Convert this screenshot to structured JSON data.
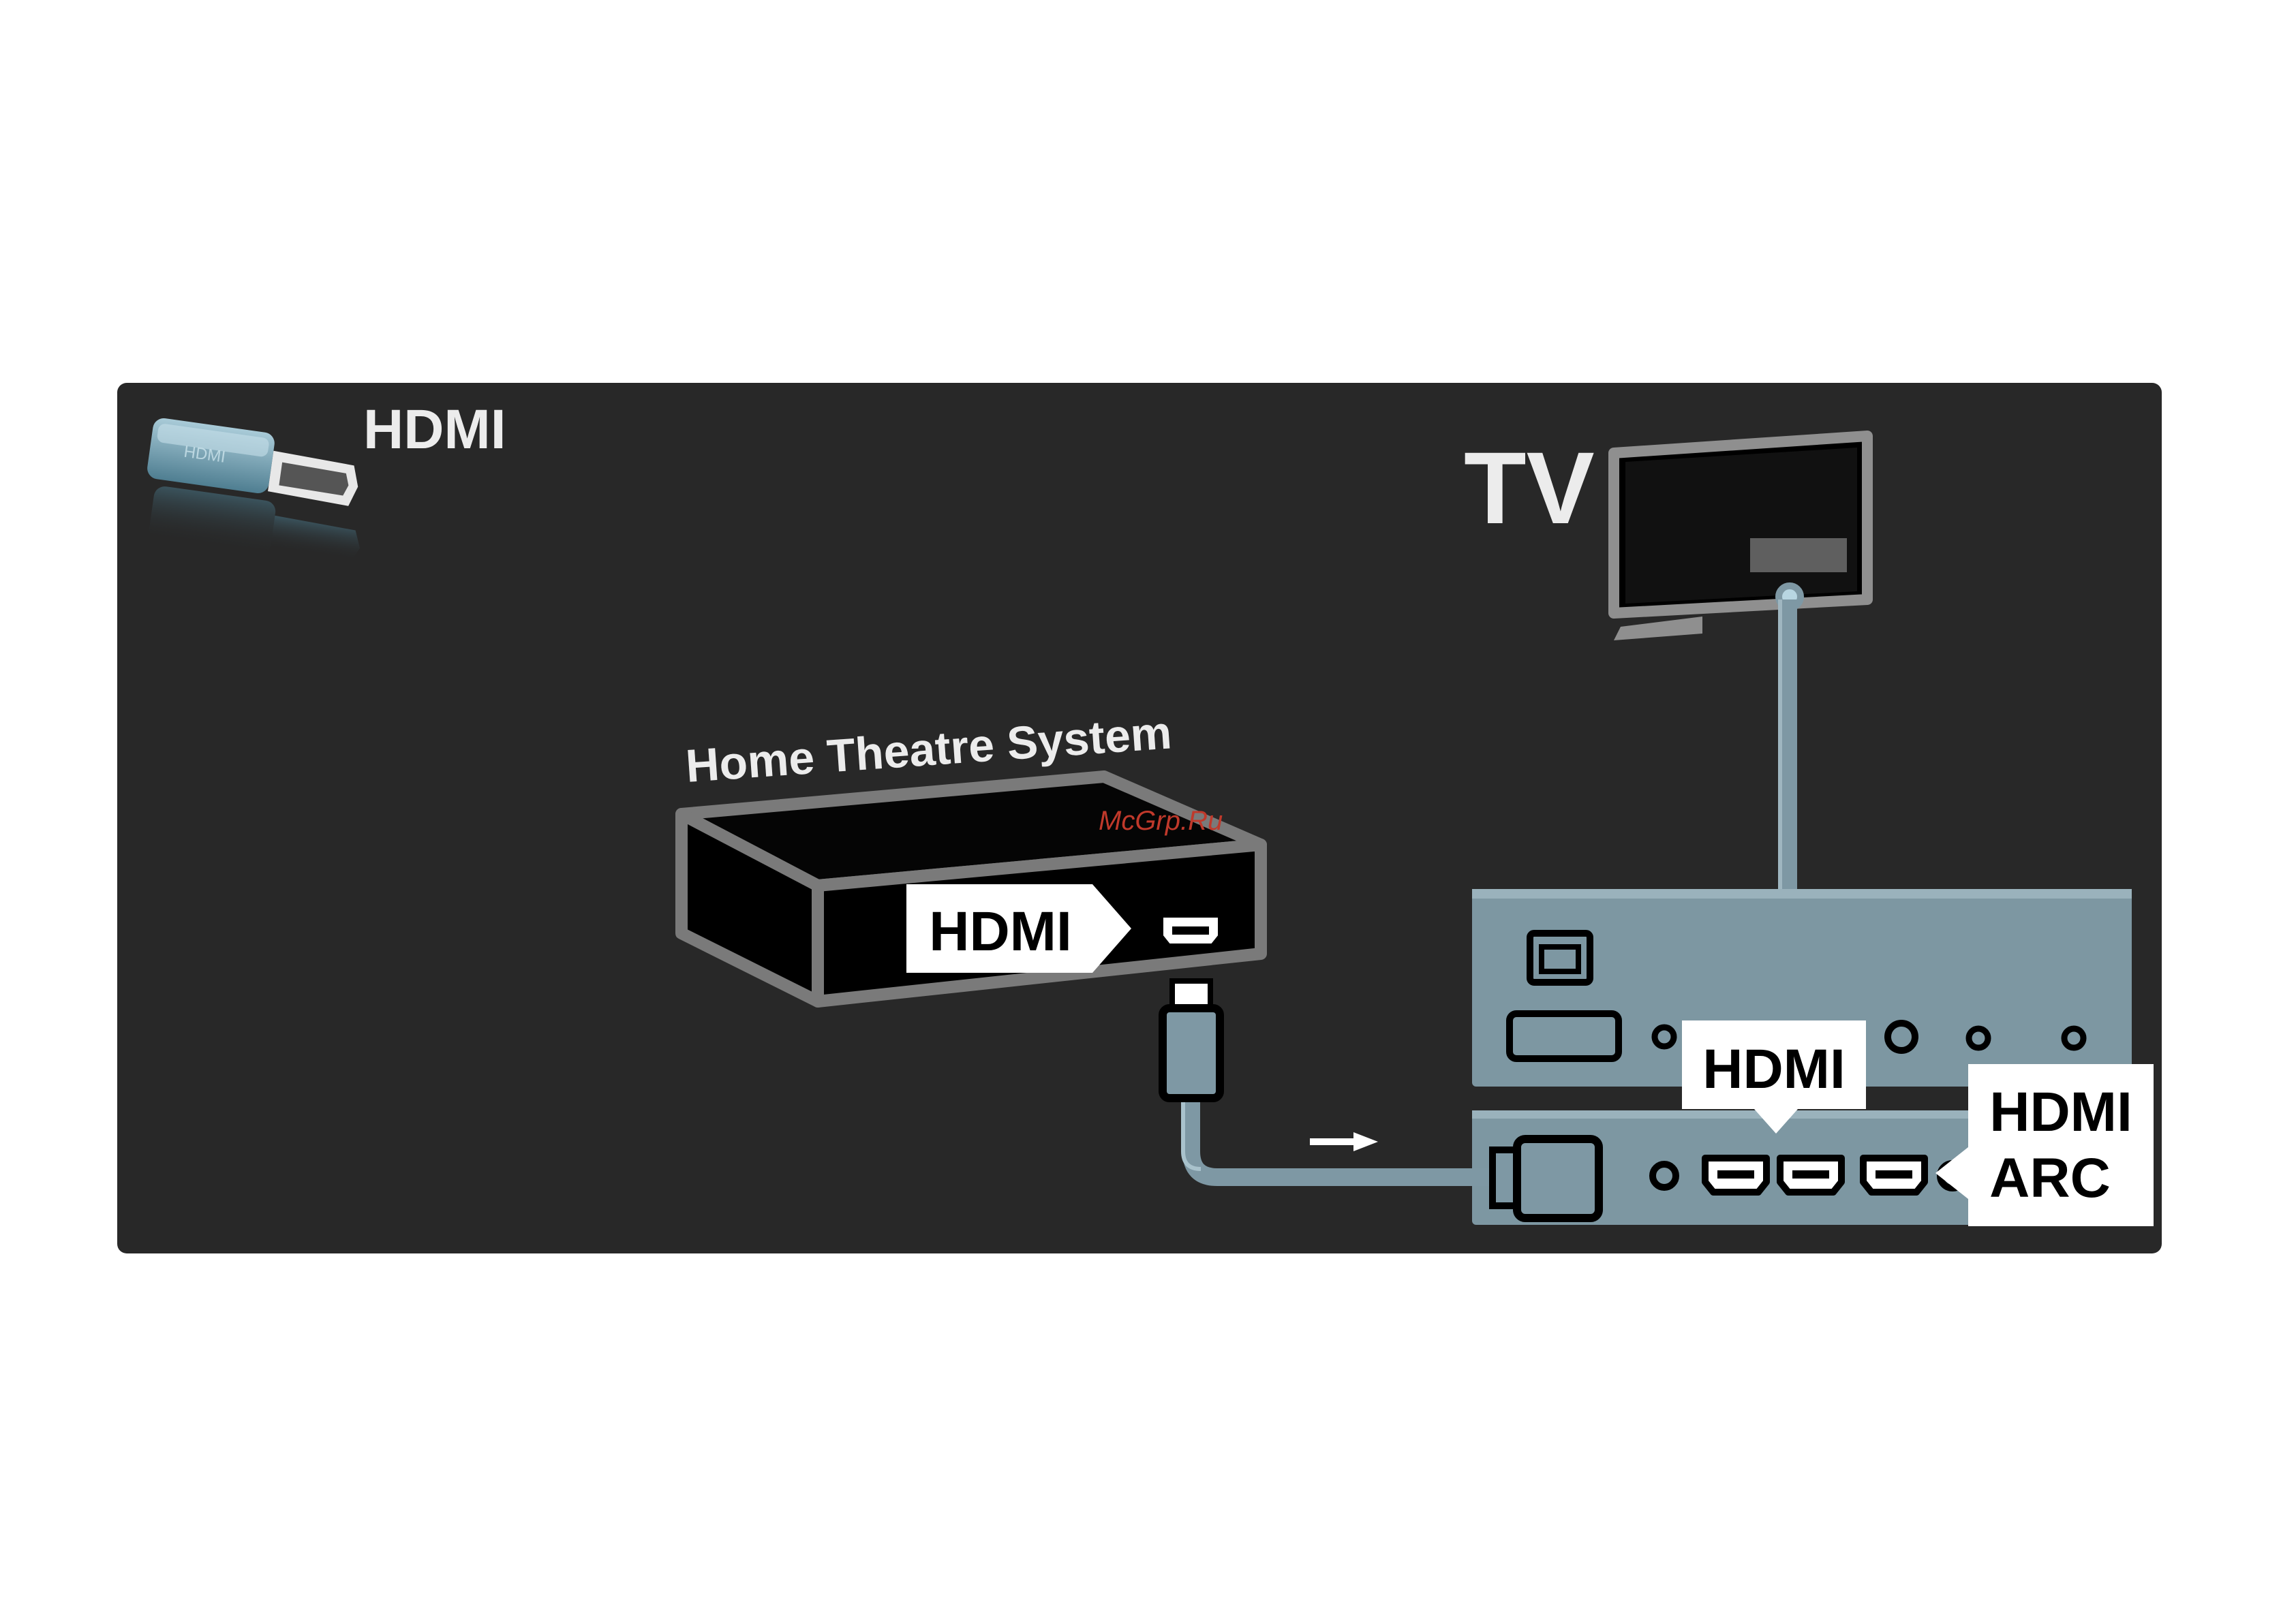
{
  "diagram": {
    "header_label": "HDMI",
    "tv_label": "TV",
    "device_label": "Home Theatre System",
    "device_port_label": "HDMI",
    "tv_port_label": "HDMI",
    "tv_arc_label_line1": "HDMI",
    "tv_arc_label_line2": "ARC",
    "watermark": "McGrp.Ru"
  },
  "colors": {
    "panel_background": "#282828",
    "device_body": "#000000",
    "device_outline": "#6b6b6b",
    "cable": "#7e98a4",
    "tv_connector_panel": "#7d97a2",
    "callout_background": "#ffffff",
    "label_text": "#ececec",
    "watermark": "#c0392b"
  },
  "icons": [
    "hdmi-plug-icon",
    "tv-icon",
    "home-theatre-icon",
    "ethernet-port-icon",
    "hdmi-port-icon",
    "signal-arrow-icon"
  ]
}
